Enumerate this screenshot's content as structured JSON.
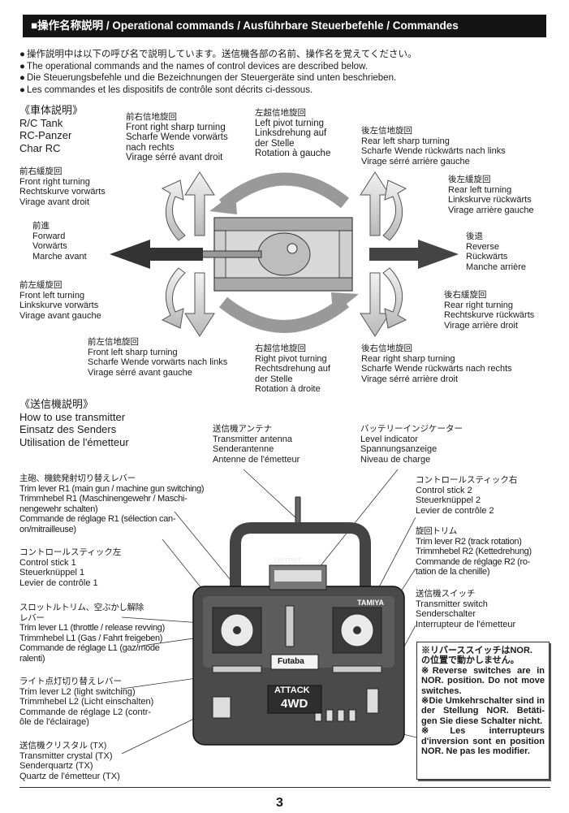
{
  "header": {
    "title": "■操作名称説明 / Operational commands / Ausführbare Steuerbefehle / Commandes"
  },
  "intro": [
    "操作説明中は以下の呼び名で説明しています。送信機各部の名前、操作名を覚えてください。",
    "The operational commands and the names of control devices are described below.",
    "Die Steuerungsbefehle und die Bezeichnungen der Steuergeräte sind unten beschrieben.",
    "Les commandes et les dispositifs de contrôle sont décrits ci-dessous."
  ],
  "vehicle": {
    "heading": [
      "《車体説明》",
      "R/C Tank",
      "RC-Panzer",
      "Char RC"
    ],
    "commands": {
      "front_right_turning": [
        "前右緩旋回",
        "Front right turning",
        "Rechtskurve vorwärts",
        "Virage avant droit"
      ],
      "forward": [
        "前進",
        "Forward",
        "Vorwärts",
        "Marche avant"
      ],
      "front_left_turning": [
        "前左緩旋回",
        "Front left turning",
        "Linkskurve vorwärts",
        "Virage avant gauche"
      ],
      "front_right_sharp": [
        "前右信地旋回",
        "Front right sharp turning",
        "Scharfe Wende vorwärts",
        "nach rechts",
        "Virage sérré avant droit"
      ],
      "left_pivot": [
        "左超信地旋回",
        "Left pivot turning",
        "Linksdrehung auf",
        "der Stelle",
        "Rotation à gauche"
      ],
      "rear_left_sharp": [
        "後左信地旋回",
        "Rear left sharp turning",
        "Scharfe Wende rückwärts nach links",
        "Virage sérré arrière gauche"
      ],
      "rear_left_turning": [
        "後左緩旋回",
        "Rear left turning",
        "Linkskurve rückwärts",
        "Virage arrière gauche"
      ],
      "reverse": [
        "後退",
        "Reverse",
        "Rückwärts",
        "Manche arrière"
      ],
      "rear_right_turning": [
        "後右緩旋回",
        "Rear right turning",
        "Rechtskurve rückwärts",
        "Virage arrière droit"
      ],
      "front_left_sharp": [
        "前左信地旋回",
        "Front left sharp turning",
        "Scharfe Wende vorwärts nach links",
        "Virage sérré avant gauche"
      ],
      "right_pivot": [
        "右超信地旋回",
        "Right pivot turning",
        "Rechtsdrehung auf",
        "der Stelle",
        "Rotation à droite"
      ],
      "rear_right_sharp": [
        "後右信地旋回",
        "Rear right sharp turning",
        "Scharfe Wende rückwärts nach rechts",
        "Virage sérré arrière droit"
      ]
    }
  },
  "transmitter": {
    "heading": [
      "《送信機説明》",
      "How to use transmitter",
      "Einsatz des Senders",
      "Utilisation de l'émetteur"
    ],
    "antenna": [
      "送信機アンテナ",
      "Transmitter antenna",
      "Senderantenne",
      "Antenne de l'émetteur"
    ],
    "level_indicator": [
      "バッテリーインジケーター",
      "Level indicator",
      "Spannungsanzeige",
      "Niveau de charge"
    ],
    "trim_r1": [
      "主砲、機銃発射切り替えレバー",
      "Trim lever R1 (main gun / machine gun switching)",
      "Trimmhebel R1 (Maschinengewehr / Maschi-",
      "nengewehr schalten)",
      "Commande de réglage R1 (sélection can-",
      "on/mitrailleuse)"
    ],
    "stick2": [
      "コントロールスティック右",
      "Control stick 2",
      "Steuerknüppel 2",
      "Levier de contrôle 2"
    ],
    "trim_r2": [
      "旋回トリム",
      "Trim lever R2 (track rotation)",
      "Trimmhebel R2 (Kettedrehung)",
      "Commande de réglage R2 (ro-",
      "tation de la chenille)"
    ],
    "stick1": [
      "コントロールスティック左",
      "Control stick 1",
      "Steuerknüppel 1",
      "Levier de contrôle 1"
    ],
    "switch": [
      "送信機スイッチ",
      "Transmitter switch",
      "Senderschalter",
      "Interrupteur de l'émetteur"
    ],
    "trim_l1": [
      "スロットルトリム、空ぶかし解除",
      "レバー",
      "Trim lever L1 (throttle / release revving)",
      "Trimmhebel L1 (Gas / Fahrt freigeben)",
      "Commande de réglage L1 (gaz/mode",
      "ralenti)"
    ],
    "trim_l2": [
      "ライト点灯切り替えレバー",
      "Trim lever L2 (light switching)",
      "Trimmhebel L2 (Licht einschalten)",
      "Commande de réglage L2 (contr-",
      "ôle de l'éclairage)"
    ],
    "crystal": [
      "送信機クリスタル (TX)",
      "Transmitter crystal (TX)",
      "Senderquartz (TX)",
      "Quartz de l'émetteur (TX)"
    ],
    "device": {
      "brand": "TAMIYA",
      "maker": "Futaba",
      "model_1": "ATTACK",
      "model_2": "4WD",
      "output": "OUTPUT"
    }
  },
  "note": [
    "※リバーススイッチはNOR.",
    "の位置で動かしません。",
    "※Reverse switches are in NOR. position. Do not move switches.",
    "※Die Umkehrschalter sind in der Stellung NOR. Betäti- gen Sie diese Schalter nicht.",
    "※Les interrupteurs d'inversion sont en position NOR. Ne pas les modifier."
  ],
  "page_number": "3"
}
